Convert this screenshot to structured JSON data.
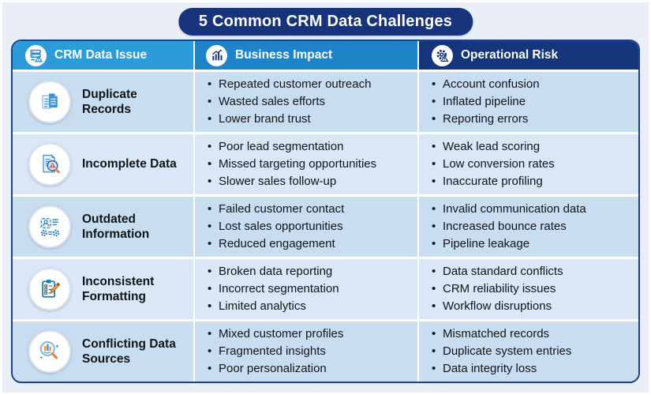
{
  "title": "5 Common CRM Data Challenges",
  "colors": {
    "navy": "#15357c",
    "header_blue": "#2b9cd9",
    "header_blue_dark": "#1d85c7",
    "row_light": "#c9ddf1",
    "row_lighter": "#d9e7f6",
    "page_bg": "#e9eef7",
    "accent_orange": "#f0913b",
    "accent_red": "#e2574c"
  },
  "table": {
    "columns": [
      {
        "label": "CRM Data Issue",
        "icon": "database-alert-icon"
      },
      {
        "label": "Business Impact",
        "icon": "bar-chart-icon"
      },
      {
        "label": "Operational Risk",
        "icon": "gear-alert-icon"
      }
    ],
    "rows": [
      {
        "issue": "Duplicate Records",
        "icon": "duplicate-documents-icon",
        "business_impact": [
          "Repeated customer outreach",
          "Wasted sales efforts",
          "Lower brand trust"
        ],
        "operational_risk": [
          "Account confusion",
          "Inflated pipeline",
          "Reporting errors"
        ]
      },
      {
        "issue": "Incomplete Data",
        "icon": "document-magnifier-alert-icon",
        "business_impact": [
          "Poor lead segmentation",
          "Missed targeting opportunities",
          "Slower sales follow-up"
        ],
        "operational_risk": [
          "Weak lead scoring",
          "Low conversion rates",
          "Inaccurate profiling"
        ]
      },
      {
        "issue": "Outdated Information",
        "icon": "contact-card-gears-icon",
        "business_impact": [
          "Failed customer contact",
          "Lost sales opportunities",
          "Reduced engagement"
        ],
        "operational_risk": [
          "Invalid communication data",
          "Increased bounce rates",
          "Pipeline leakage"
        ]
      },
      {
        "issue": "Inconsistent Formatting",
        "icon": "clipboard-pencil-icon",
        "business_impact": [
          "Broken data reporting",
          "Incorrect segmentation",
          "Limited analytics"
        ],
        "operational_risk": [
          "Data standard conflicts",
          "CRM reliability issues",
          "Workflow disruptions"
        ]
      },
      {
        "issue": "Conflicting Data Sources",
        "icon": "magnifier-chart-icon",
        "business_impact": [
          "Mixed customer profiles",
          "Fragmented insights",
          "Poor personalization"
        ],
        "operational_risk": [
          "Mismatched records",
          "Duplicate system entries",
          "Data integrity loss"
        ]
      }
    ]
  }
}
